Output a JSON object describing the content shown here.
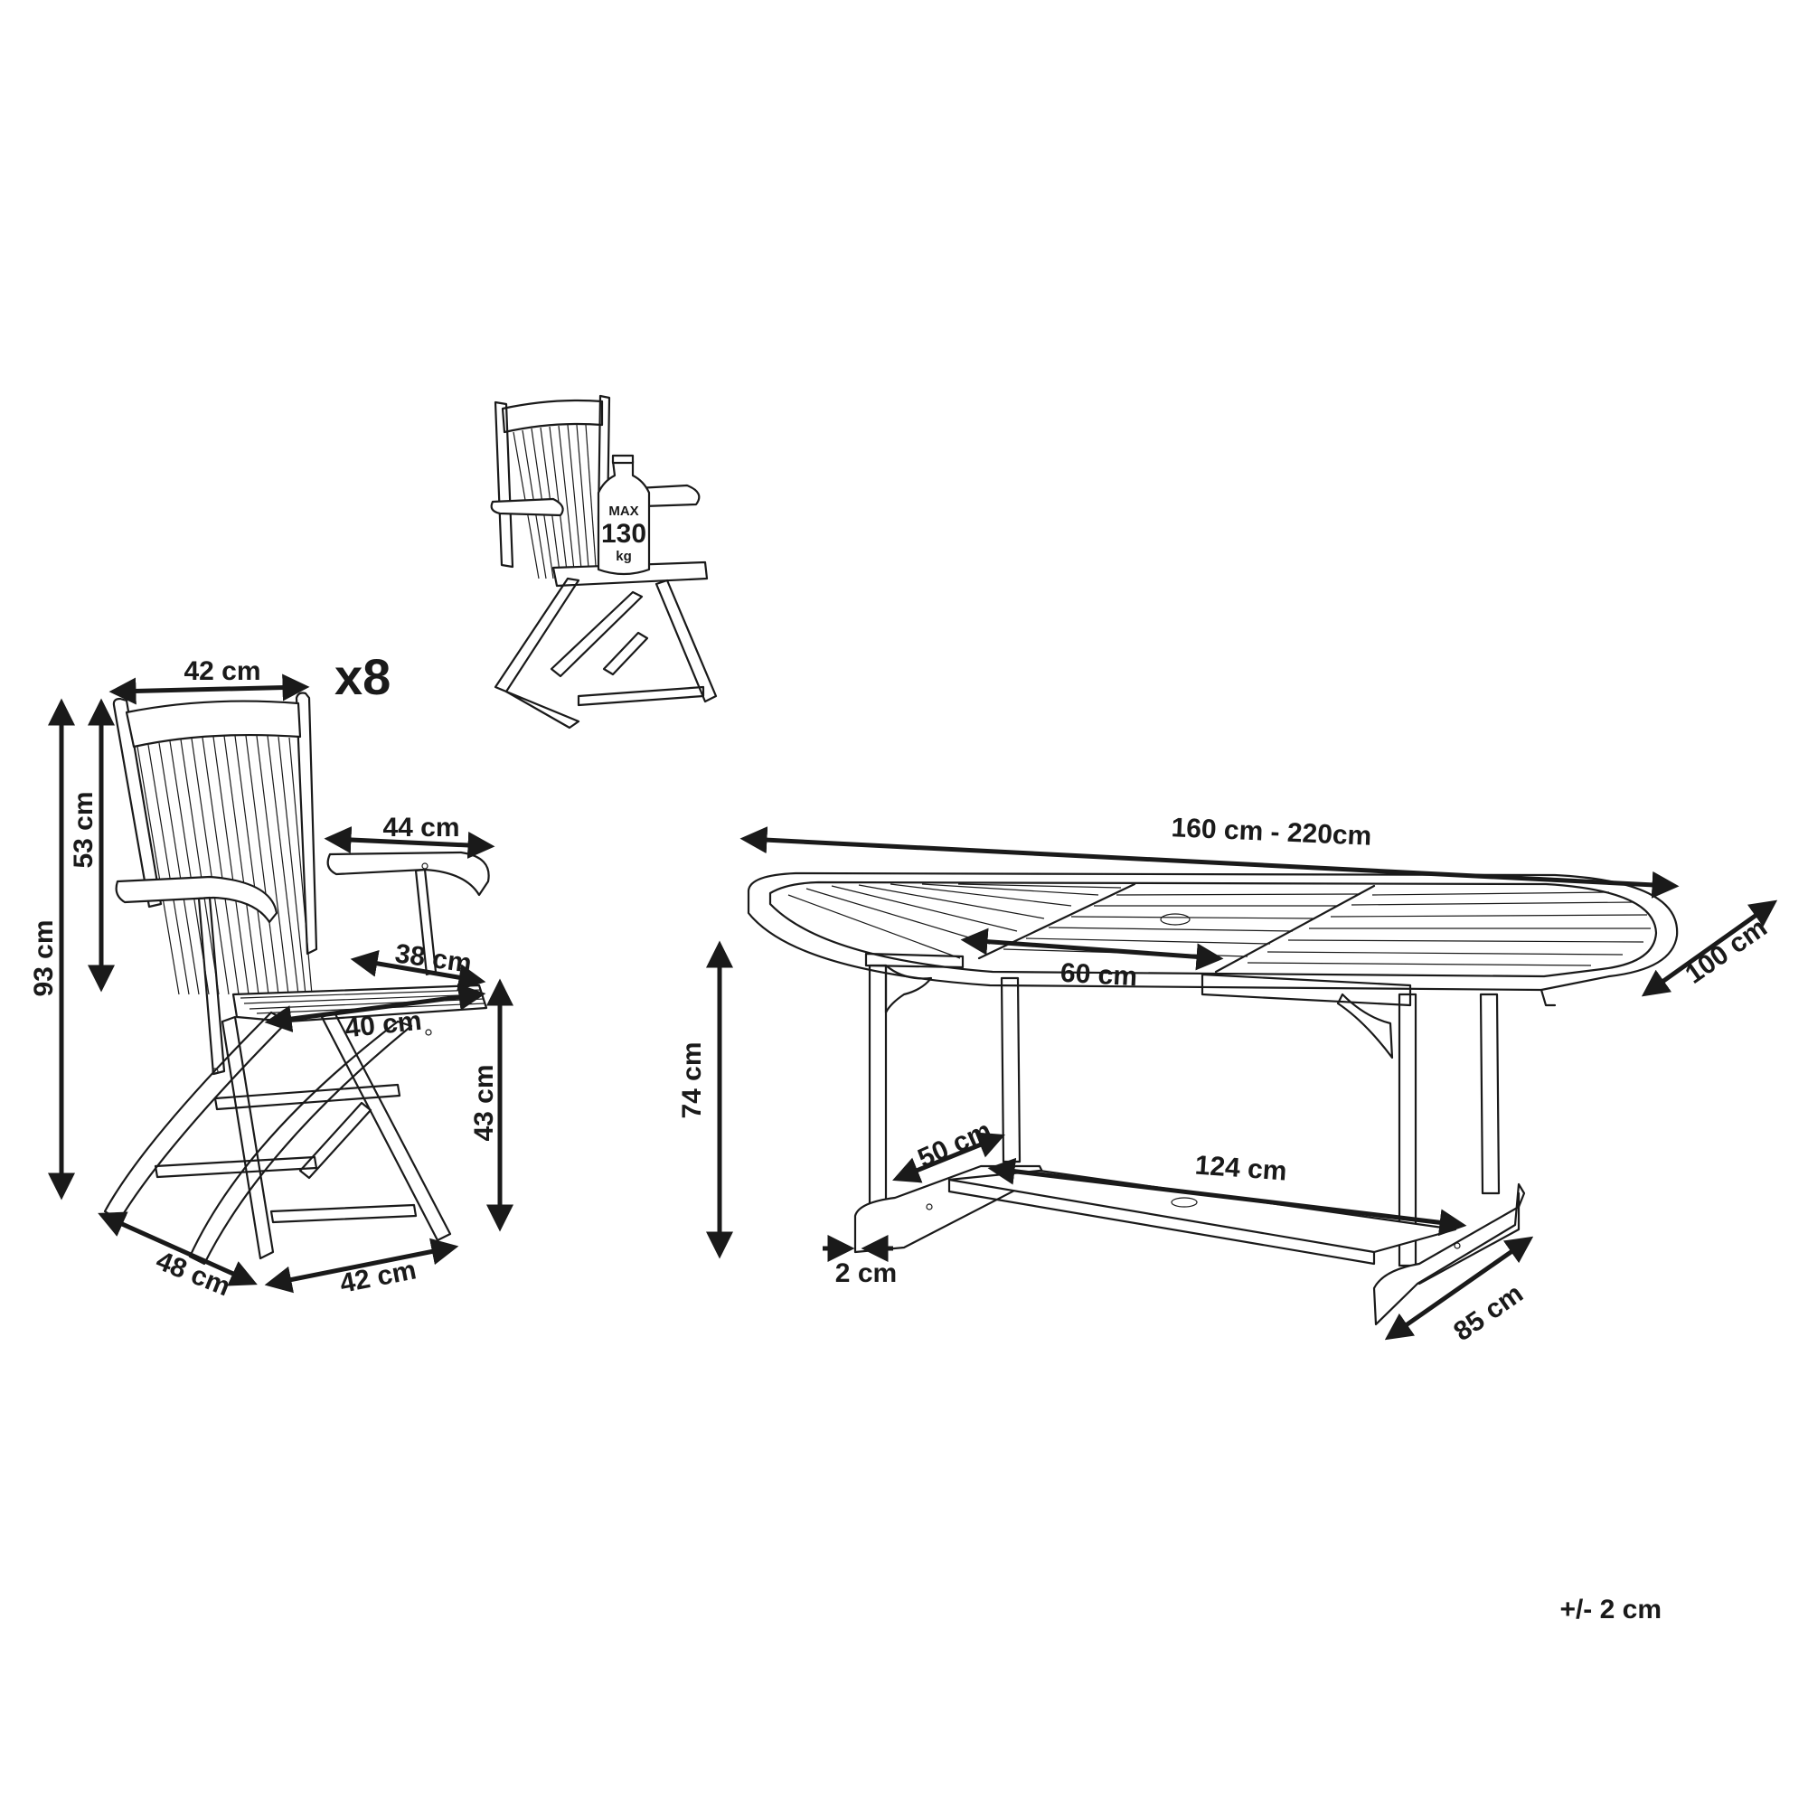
{
  "chair": {
    "quantity": "x8",
    "dimensions": {
      "back_width": "42 cm",
      "total_height": "93 cm",
      "backrest_height": "53 cm",
      "armrest_depth": "44 cm",
      "seat_depth": "38 cm",
      "seat_width": "40 cm",
      "seat_height": "43 cm",
      "base_depth": "48 cm",
      "base_width": "42 cm"
    },
    "load_badge": {
      "line1": "MAX",
      "line2": "130",
      "line3": "kg"
    }
  },
  "table": {
    "dimensions": {
      "length": "160 cm - 220cm",
      "width": "100 cm",
      "extension": "60 cm",
      "height": "74 cm",
      "foot_depth": "50 cm",
      "stretcher_length": "124 cm",
      "foot_thickness": "2 cm",
      "base_depth": "85 cm"
    }
  },
  "tolerance": "+/- 2 cm"
}
